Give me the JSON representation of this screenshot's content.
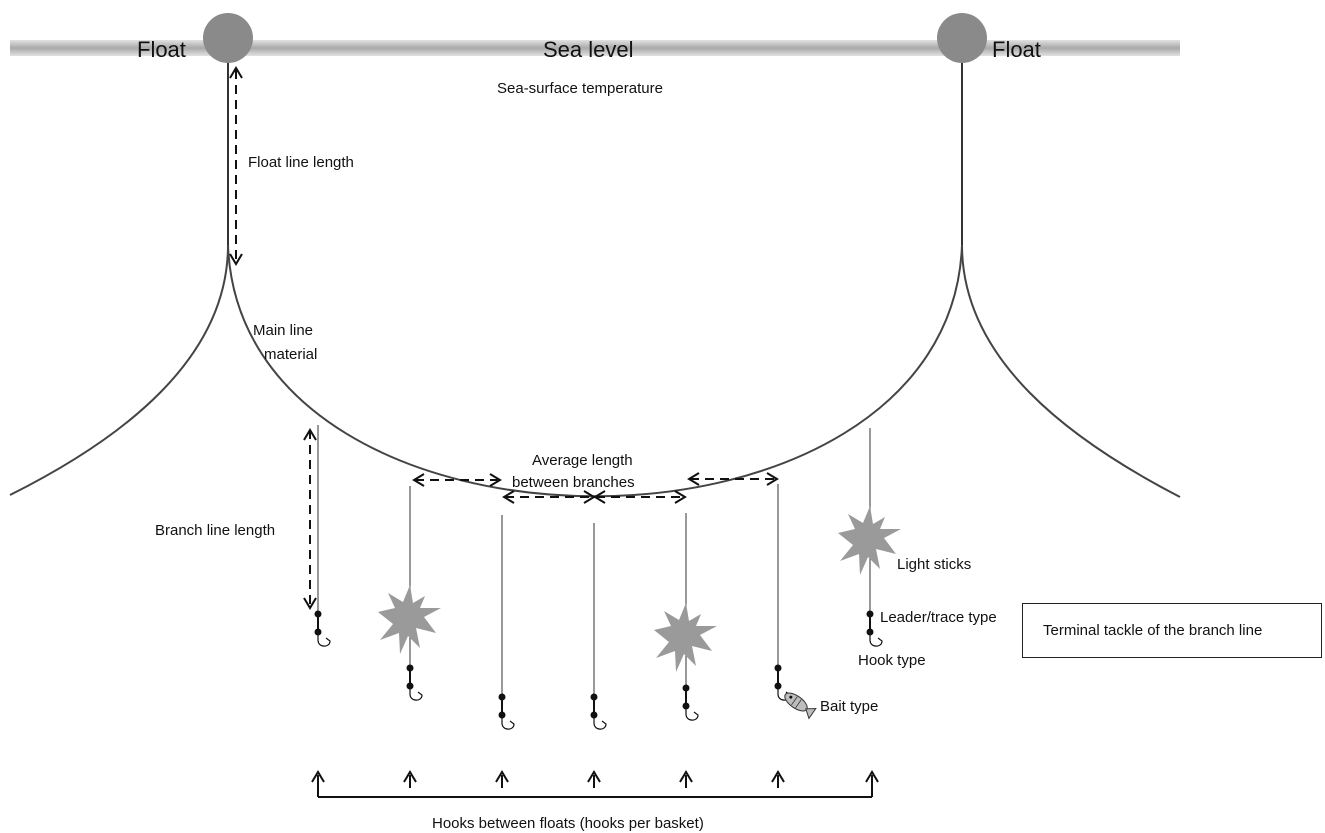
{
  "labels": {
    "float_left": "Float",
    "float_right": "Float",
    "sea_level": "Sea level",
    "sea_surface_temperature": "Sea-surface temperature",
    "float_line_length": "Float line length",
    "main_line_material_1": "Main line",
    "main_line_material_2": "material",
    "average_length_1": "Average length",
    "average_length_2": "between branches",
    "branch_line_length": "Branch line length",
    "light_sticks": "Light sticks",
    "leader_trace_type": "Leader/trace type",
    "hook_type": "Hook type",
    "bait_type": "Bait type",
    "hooks_between_floats": "Hooks between floats (hooks per basket)"
  },
  "callout": {
    "terminal_tackle": "Terminal tackle of the branch line"
  },
  "colors": {
    "float": "#8a8a8a",
    "light_stick": "#9a9a9a",
    "line": "#444444",
    "sea_surface": "#c8c8c8"
  },
  "icons": [
    "float-icon",
    "light-stick-icon",
    "hook-icon",
    "bait-fish-icon"
  ]
}
